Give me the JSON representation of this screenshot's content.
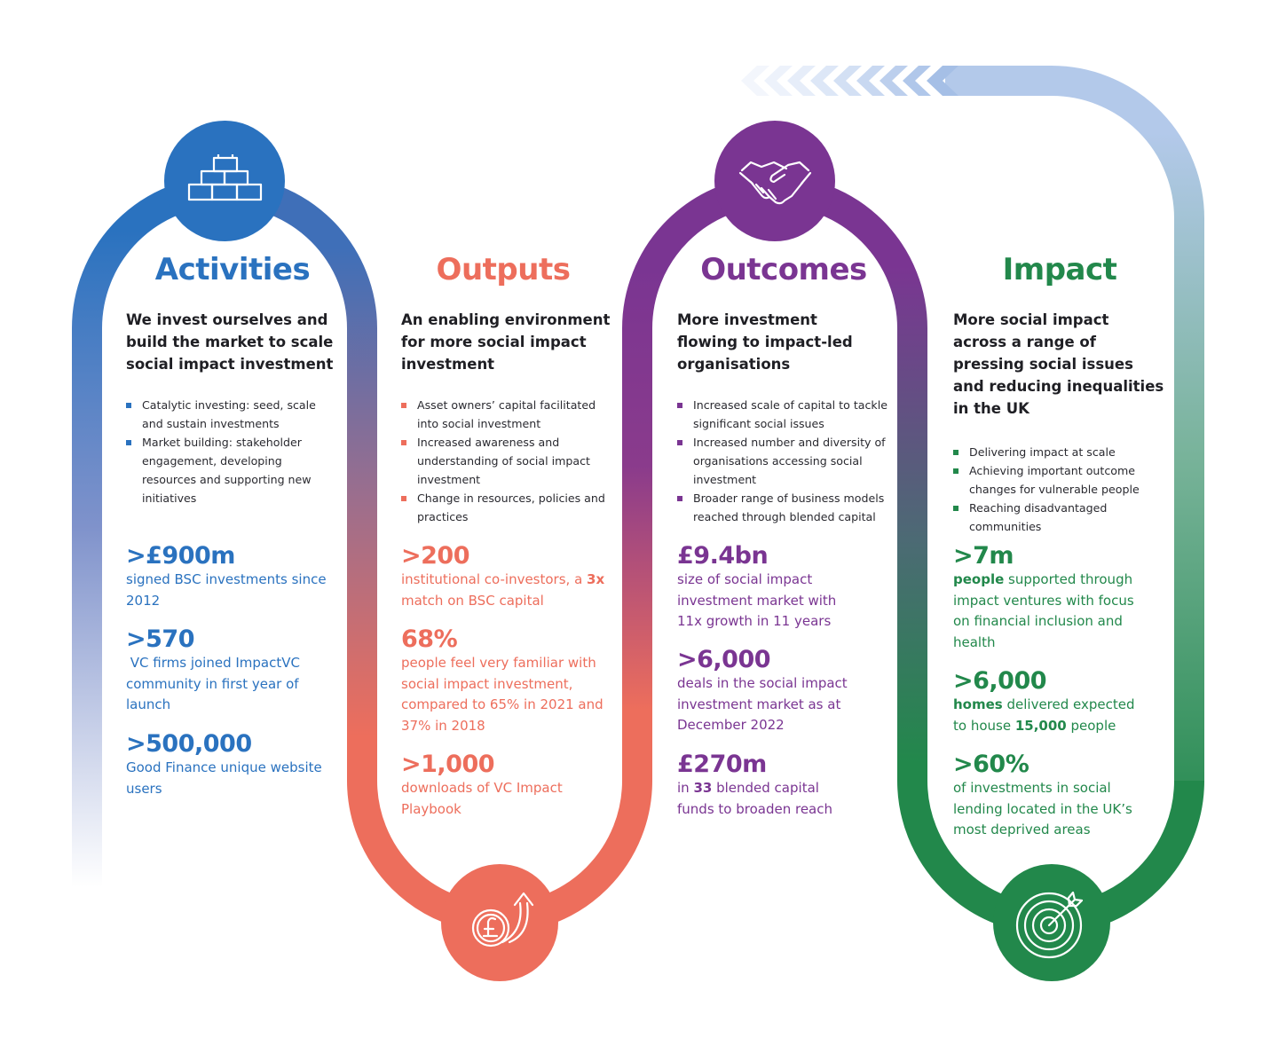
{
  "colors": {
    "blue": "#2a72bf",
    "coral": "#ed6e5c",
    "purple": "#7a3592",
    "green": "#22884b",
    "light_blue": "#b3c9ea"
  },
  "columns": [
    {
      "title": "Activities",
      "icon": "bricks-icon",
      "subtitle": "We invest ourselves and build the market to scale social impact investment",
      "bullets": [
        "Catalytic investing: seed, scale and sustain investments",
        "Market building: stakeholder engagement, developing resources and supporting new initiatives"
      ],
      "stats": [
        {
          "value": ">£900m",
          "text": "signed BSC investments since 2012"
        },
        {
          "value": ">570",
          "text": " VC firms joined ImpactVC community in first year of launch"
        },
        {
          "value": ">500,000",
          "text": "Good Finance unique website users"
        }
      ]
    },
    {
      "title": "Outputs",
      "icon": "pound-growth-icon",
      "subtitle": "An enabling environment for more social impact investment",
      "bullets": [
        "Asset owners’ capital facilitated into social investment",
        "Increased awareness and understanding of social impact investment",
        "Change in resources, policies and practices"
      ],
      "stats": [
        {
          "value": ">200",
          "text_pre": "institutional co-investors, a ",
          "text_bold": "3x",
          "text_post": " match on BSC capital"
        },
        {
          "value": "68%",
          "text": "people feel very familiar with social impact investment, compared to 65% in 2021 and 37% in 2018"
        },
        {
          "value": ">1,000",
          "text": "downloads of VC Impact Playbook"
        }
      ]
    },
    {
      "title": "Outcomes",
      "icon": "handshake-icon",
      "subtitle": "More investment flowing to impact-led organisations",
      "bullets": [
        "Increased scale of capital to tackle significant social issues",
        "Increased number and diversity of organisations accessing social investment",
        "Broader range of business models reached through blended capital"
      ],
      "stats": [
        {
          "value": "£9.4bn",
          "text": "size of social impact investment market with 11x growth in 11 years"
        },
        {
          "value": ">6,000",
          "text": "deals in the social impact investment market as at December 2022"
        },
        {
          "value": "£270m",
          "text_pre": "in ",
          "text_bold": "33",
          "text_post": " blended capital funds to broaden reach"
        }
      ]
    },
    {
      "title": "Impact",
      "icon": "target-icon",
      "subtitle": "More social impact across a range of pressing social issues and reducing inequalities in the UK",
      "bullets": [
        "Delivering impact at scale",
        "Achieving important outcome changes for vulnerable people",
        "Reaching disadvantaged communities"
      ],
      "stats": [
        {
          "value": ">7m",
          "text_bold_lead": "people",
          "text_post": " supported through impact ventures with focus on financial inclusion and health"
        },
        {
          "value": ">6,000",
          "text_bold_lead": "homes",
          "text_mid": " delivered expected to house ",
          "text_bold": "15,000",
          "text_post": " people"
        },
        {
          "value": ">60%",
          "text": "of investments in social lending located in the UK’s most deprived areas"
        }
      ]
    }
  ]
}
